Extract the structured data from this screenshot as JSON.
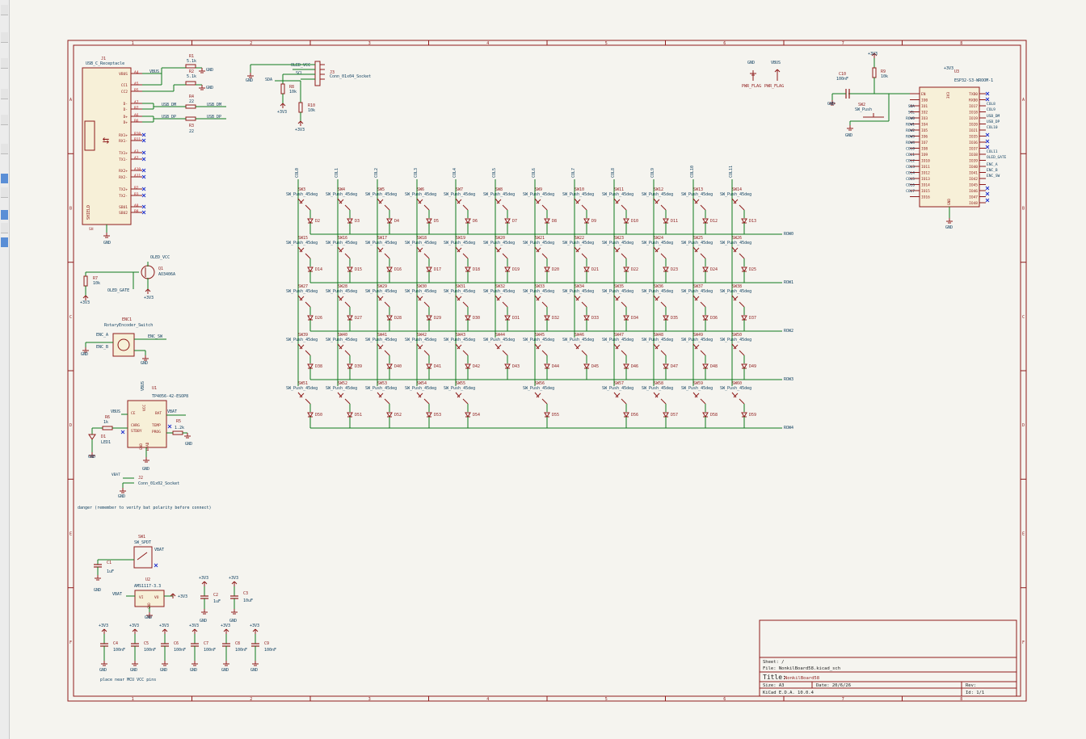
{
  "colors": {
    "background": "#f5f4ef",
    "border": "#8e1b1b",
    "wire": "#0f7a1c",
    "component": "#8e1b1b",
    "label": "#0b3c5d",
    "pin_red": "#b71c1c",
    "noconnect": "#2233cc"
  },
  "icons": {
    "toolbar": [
      "select-tool-icon",
      "grid-icon",
      "units-icon",
      "cursor-icon",
      "zoom-icon",
      "hierarchy-icon",
      "layers-icon",
      "inspect-icon",
      "net-highlight-icon",
      "annotate-icon",
      "properties-icon"
    ]
  },
  "frame": {
    "columns": [
      "1",
      "2",
      "3",
      "4",
      "5",
      "6",
      "7",
      "8"
    ],
    "rows": [
      "A",
      "B",
      "C",
      "D",
      "E",
      "F"
    ]
  },
  "title_block": {
    "sheet_label": "Sheet: /",
    "file_label": "File: NonkilBoard58.kicad_sch",
    "title_prefix": "Title:",
    "title_value": "NonkilBoard58",
    "size_label": "Size: A3",
    "date_label": "Date: 20/6/26",
    "rev_label": "Rev:",
    "tool_label": "KiCad E.D.A. 10.0.4",
    "id_label": "Id: 1/1"
  },
  "usb": {
    "ref": "J1",
    "value": "USB_C_Receptacle",
    "pins_left": [
      "VBUS",
      "CC1",
      "CC2",
      "D-",
      "D-",
      "D+",
      "D+",
      "RX1+",
      "RX1-",
      "TX1+",
      "TX1-",
      "RX2+",
      "RX2-",
      "TX2+",
      "TX2-",
      "SBU1",
      "SBU2"
    ],
    "pin_nums": [
      "A4",
      "A5",
      "B5",
      "A7",
      "B7",
      "A6",
      "B6",
      "B10",
      "B11",
      "A3",
      "A2",
      "A10",
      "A11",
      "B2",
      "B3",
      "A8",
      "B8"
    ],
    "shield_label": "SHIELD",
    "gnd_pin": "SH",
    "vbus_net": "VBUS",
    "r1": {
      "ref": "R1",
      "value": "5.1k"
    },
    "r2": {
      "ref": "R2",
      "value": "5.1k"
    },
    "r4": {
      "ref": "R4",
      "value": "22"
    },
    "r3": {
      "ref": "R3",
      "value": "22"
    },
    "dm_label": "USB_DM",
    "dp_label": "USB_DP",
    "gnd": "GND"
  },
  "oled": {
    "ref": "J3",
    "value": "Conn_01x04_Socket",
    "pins": [
      "OLED_VCC",
      "SCL",
      "SDA"
    ],
    "r8": {
      "ref": "R8",
      "value": "10k"
    },
    "r10": {
      "ref": "R10",
      "value": "10k"
    },
    "pwr": "+3V3",
    "gnd": "GND"
  },
  "pwr_flags": {
    "gnd": "GND",
    "vbus": "VBUS",
    "flag1": "PWR_FLAG",
    "flag2": "PWR_FLAG"
  },
  "esp": {
    "ref": "U3",
    "value": "ESP32-S3-WROOM-1",
    "pwr": "+3V3",
    "pwr_pin": "3V3",
    "gnd": "GND",
    "left_nets": [
      "SDA",
      "SCL",
      "ROW0",
      "ROW1",
      "ROW2",
      "ROW3",
      "ROW4",
      "COL0",
      "COL1",
      "COL2",
      "COL3",
      "COL4",
      "COL5",
      "COL6",
      "COL7"
    ],
    "left_pins": [
      "EN",
      "IO0",
      "IO1",
      "IO2",
      "IO3",
      "IO4",
      "IO5",
      "IO6",
      "IO7",
      "IO8",
      "IO9",
      "IO10",
      "IO11",
      "IO12",
      "IO13",
      "IO14",
      "IO15",
      "IO16"
    ],
    "right_pins": [
      "TXD0",
      "RXD0",
      "IO17",
      "IO18",
      "IO19",
      "IO20",
      "IO21",
      "IO35",
      "IO36",
      "IO37",
      "IO38",
      "IO39",
      "IO40",
      "IO41",
      "IO42",
      "IO45",
      "IO46",
      "IO47",
      "IO48"
    ],
    "right_nets": [
      "COL8",
      "COL9",
      "USB_DM",
      "USB_DP",
      "COL10",
      "COL11",
      "OLED_GATE",
      "ENC_A",
      "ENC_B",
      "ENC_SW"
    ],
    "c10": {
      "ref": "C10",
      "value": "100nF"
    },
    "r9": {
      "ref": "R9",
      "value": "10k"
    },
    "sw2": {
      "ref": "SW2",
      "value": "SW_Push"
    }
  },
  "q1": {
    "ref": "Q1",
    "value": "AO3406A",
    "net_vcc": "OLED_VCC",
    "net_gate": "OLED_GATE",
    "r7": {
      "ref": "R7",
      "value": "10k"
    },
    "pwr": "+3V3"
  },
  "enc": {
    "ref": "ENC1",
    "value": "RotaryEncoder_Switch",
    "a": "ENC_A",
    "b": "ENC_B",
    "sw": "ENC_SW",
    "gnd": "GND"
  },
  "charger": {
    "ref": "U1",
    "value": "TP4056-42-ESOP8",
    "vbus": "VBUS",
    "vbat": "VBAT",
    "pins": [
      "CE",
      "BAT",
      "CHRG",
      "STDBY",
      "TEMP",
      "PROG",
      "GND",
      "EPAD",
      "VCC"
    ],
    "r6": {
      "ref": "R6",
      "value": "1k"
    },
    "r5": {
      "ref": "R5",
      "value": "1.2k"
    },
    "d1": {
      "ref": "D1",
      "value": "LED1"
    },
    "gnd": "GND"
  },
  "battery": {
    "ref": "J2",
    "value": "Conn_01x02_Socket",
    "vbat": "VBAT",
    "gnd": "GND",
    "note": "danger (remember to verify bat polarity before connect)"
  },
  "regulator": {
    "sw1": {
      "ref": "SW1",
      "value": "SW_SPDT"
    },
    "u2": {
      "ref": "U2",
      "value": "AMS1117-3.3",
      "vi": "VI",
      "vo": "VO",
      "gnd_pin": "GND"
    },
    "c1": {
      "ref": "C1",
      "value": "1uF"
    },
    "c2": {
      "ref": "C2",
      "value": "1uF"
    },
    "c3": {
      "ref": "C3",
      "value": "10uF"
    },
    "vbat": "VBAT",
    "pwr": "+3V3",
    "gnd": "GND"
  },
  "decoupling": {
    "caps": [
      {
        "ref": "C4",
        "value": "100nF"
      },
      {
        "ref": "C5",
        "value": "100nF"
      },
      {
        "ref": "C6",
        "value": "100nF"
      },
      {
        "ref": "C7",
        "value": "100nF"
      },
      {
        "ref": "C8",
        "value": "100nF"
      },
      {
        "ref": "C9",
        "value": "100nF"
      }
    ],
    "pwr": "+3V3",
    "gnd": "GND",
    "note": "place near MCU VCC pins"
  },
  "matrix": {
    "col_labels": [
      "COL0",
      "COL1",
      "COL2",
      "COL3",
      "COL4",
      "COL5",
      "COL6",
      "COL7",
      "COL8",
      "COL9",
      "COL10",
      "COL11"
    ],
    "row_labels": [
      "ROW0",
      "ROW1",
      "ROW2",
      "ROW3",
      "ROW4"
    ],
    "switch_value": "SW_Push_45deg",
    "rows": [
      {
        "switches": [
          "SW3",
          "SW4",
          "SW5",
          "SW6",
          "SW7",
          "SW8",
          "SW9",
          "SW10",
          "SW11",
          "SW12",
          "SW13",
          "SW14"
        ],
        "diodes": [
          "D2",
          "D3",
          "D4",
          "D5",
          "D6",
          "D7",
          "D8",
          "D9",
          "D10",
          "D11",
          "D12",
          "D13"
        ]
      },
      {
        "switches": [
          "SW15",
          "SW16",
          "SW17",
          "SW18",
          "SW19",
          "SW20",
          "SW21",
          "SW22",
          "SW23",
          "SW24",
          "SW25",
          "SW26"
        ],
        "diodes": [
          "D14",
          "D15",
          "D16",
          "D17",
          "D18",
          "D19",
          "D20",
          "D21",
          "D22",
          "D23",
          "D24",
          "D25"
        ]
      },
      {
        "switches": [
          "SW27",
          "SW28",
          "SW29",
          "SW30",
          "SW31",
          "SW32",
          "SW33",
          "SW34",
          "SW35",
          "SW36",
          "SW37",
          "SW38"
        ],
        "diodes": [
          "D26",
          "D27",
          "D28",
          "D29",
          "D30",
          "D31",
          "D32",
          "D33",
          "D34",
          "D35",
          "D36",
          "D37"
        ]
      },
      {
        "switches": [
          "SW39",
          "SW40",
          "SW41",
          "SW42",
          "SW43",
          "SW44",
          "SW45",
          "SW46",
          "SW47",
          "SW48",
          "SW49",
          "SW50"
        ],
        "diodes": [
          "D38",
          "D39",
          "D40",
          "D41",
          "D42",
          "D43",
          "D44",
          "D45",
          "D46",
          "D47",
          "D48",
          "D49"
        ]
      },
      {
        "switches": [
          "SW51",
          "SW52",
          "SW53",
          "SW54",
          "SW55",
          "",
          "SW56",
          "",
          "SW57",
          "SW58",
          "SW59",
          "SW60"
        ],
        "diodes": [
          "D50",
          "D51",
          "D52",
          "D53",
          "D54",
          "",
          "D55",
          "",
          "D56",
          "D57",
          "D58",
          "D59"
        ]
      }
    ]
  }
}
